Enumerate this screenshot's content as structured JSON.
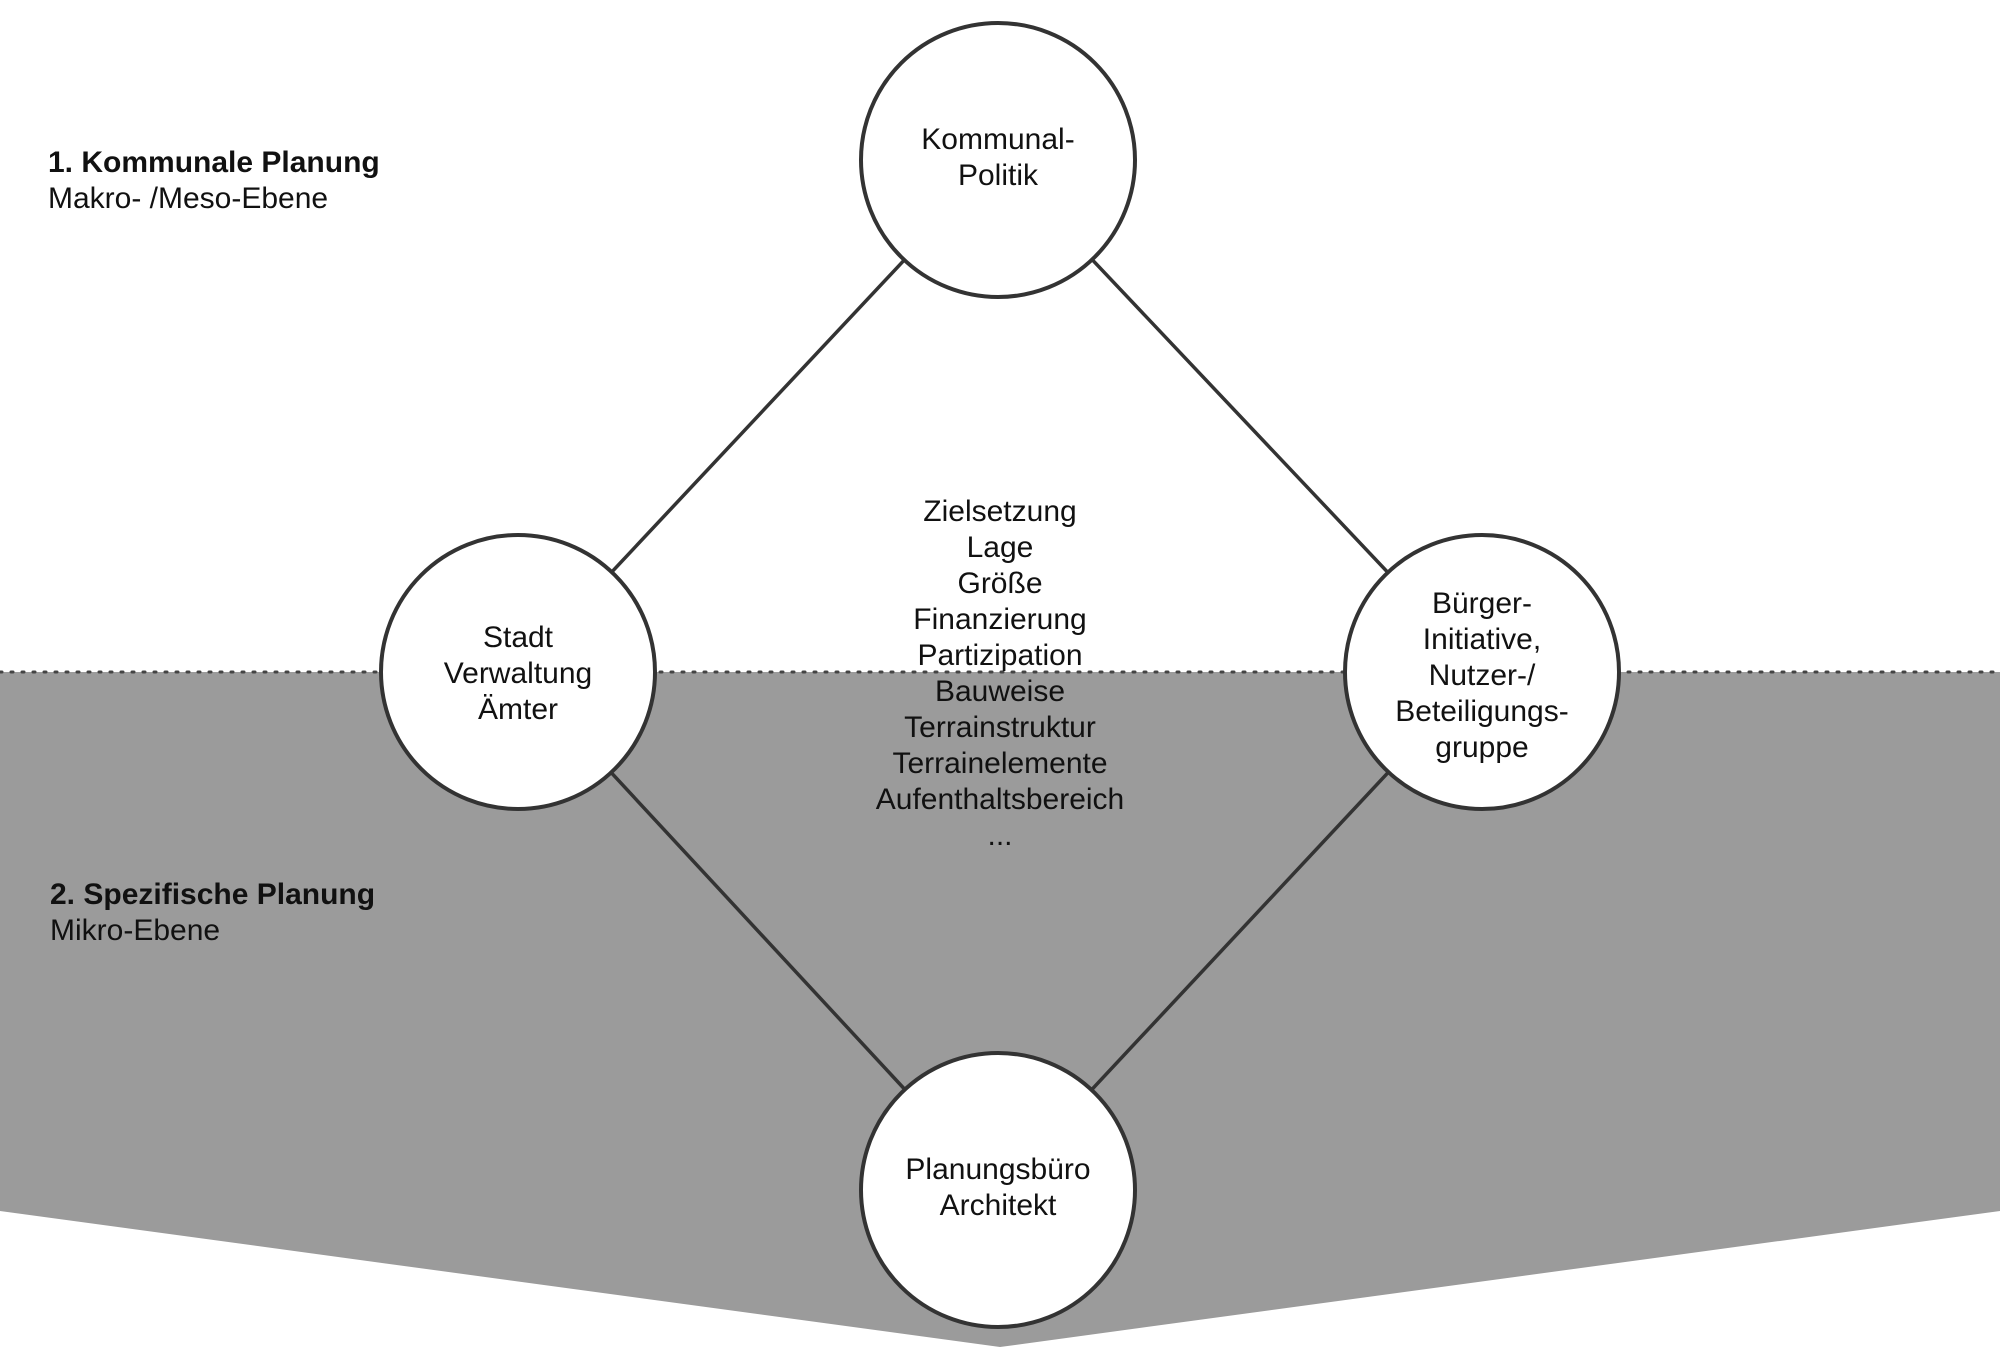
{
  "levels": [
    {
      "title": "1. Kommunale Planung",
      "subtitle": "Makro- /Meso-Ebene"
    },
    {
      "title": "2. Spezifische Planung",
      "subtitle": "Mikro-Ebene"
    }
  ],
  "nodes": {
    "top": {
      "lines": [
        "Kommunal-",
        "Politik"
      ]
    },
    "left": {
      "lines": [
        "Stadt",
        "Verwaltung",
        "Ämter"
      ]
    },
    "right": {
      "lines": [
        "Bürger-",
        "Initiative,",
        "Nutzer-/",
        "Beteiligungs-",
        "gruppe"
      ]
    },
    "bottom": {
      "lines": [
        "Planungsbüro",
        "Architekt"
      ]
    }
  },
  "topics": [
    "Zielsetzung",
    "Lage",
    "Größe",
    "Finanzierung",
    "Partizipation",
    "Bauweise",
    "Terrainstruktur",
    "Terrainelemente",
    "Aufenthaltsbereich",
    "..."
  ],
  "colors": {
    "micro_band": "#9b9b9b",
    "stroke": "#333333",
    "node_fill": "#ffffff"
  }
}
